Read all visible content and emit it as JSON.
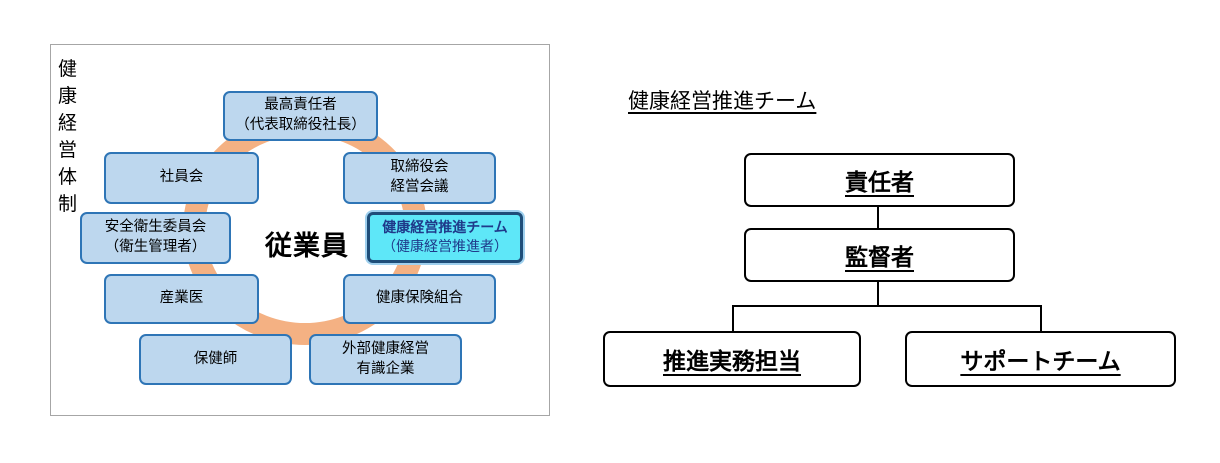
{
  "left_panel": {
    "title": "健康経営体制",
    "center_label": "従業員",
    "nodes": {
      "ceo": [
        "最高責任者",
        "（代表取締役社長）"
      ],
      "board": [
        "取締役会",
        "経営会議"
      ],
      "promotion_team": [
        "健康経営推進チーム",
        "（健康経営推進者）"
      ],
      "insurance": [
        "健康保険組合"
      ],
      "external": [
        "外部健康経営",
        "有識企業"
      ],
      "nurse": [
        "保健師"
      ],
      "doctor": [
        "産業医"
      ],
      "safety": [
        "安全衛生委員会",
        "（衛生管理者）"
      ],
      "employees_assoc": [
        "社員会"
      ]
    }
  },
  "right_panel": {
    "title": "健康経営推進チーム",
    "responsible": "責任者",
    "supervisor": "監督者",
    "practical": "推進実務担当",
    "support": "サポートチーム"
  },
  "colors": {
    "ring": "#f4b183",
    "node_fill": "#bdd7ee",
    "node_border": "#2e75b6",
    "highlight_fill": "#5ee7f8"
  }
}
